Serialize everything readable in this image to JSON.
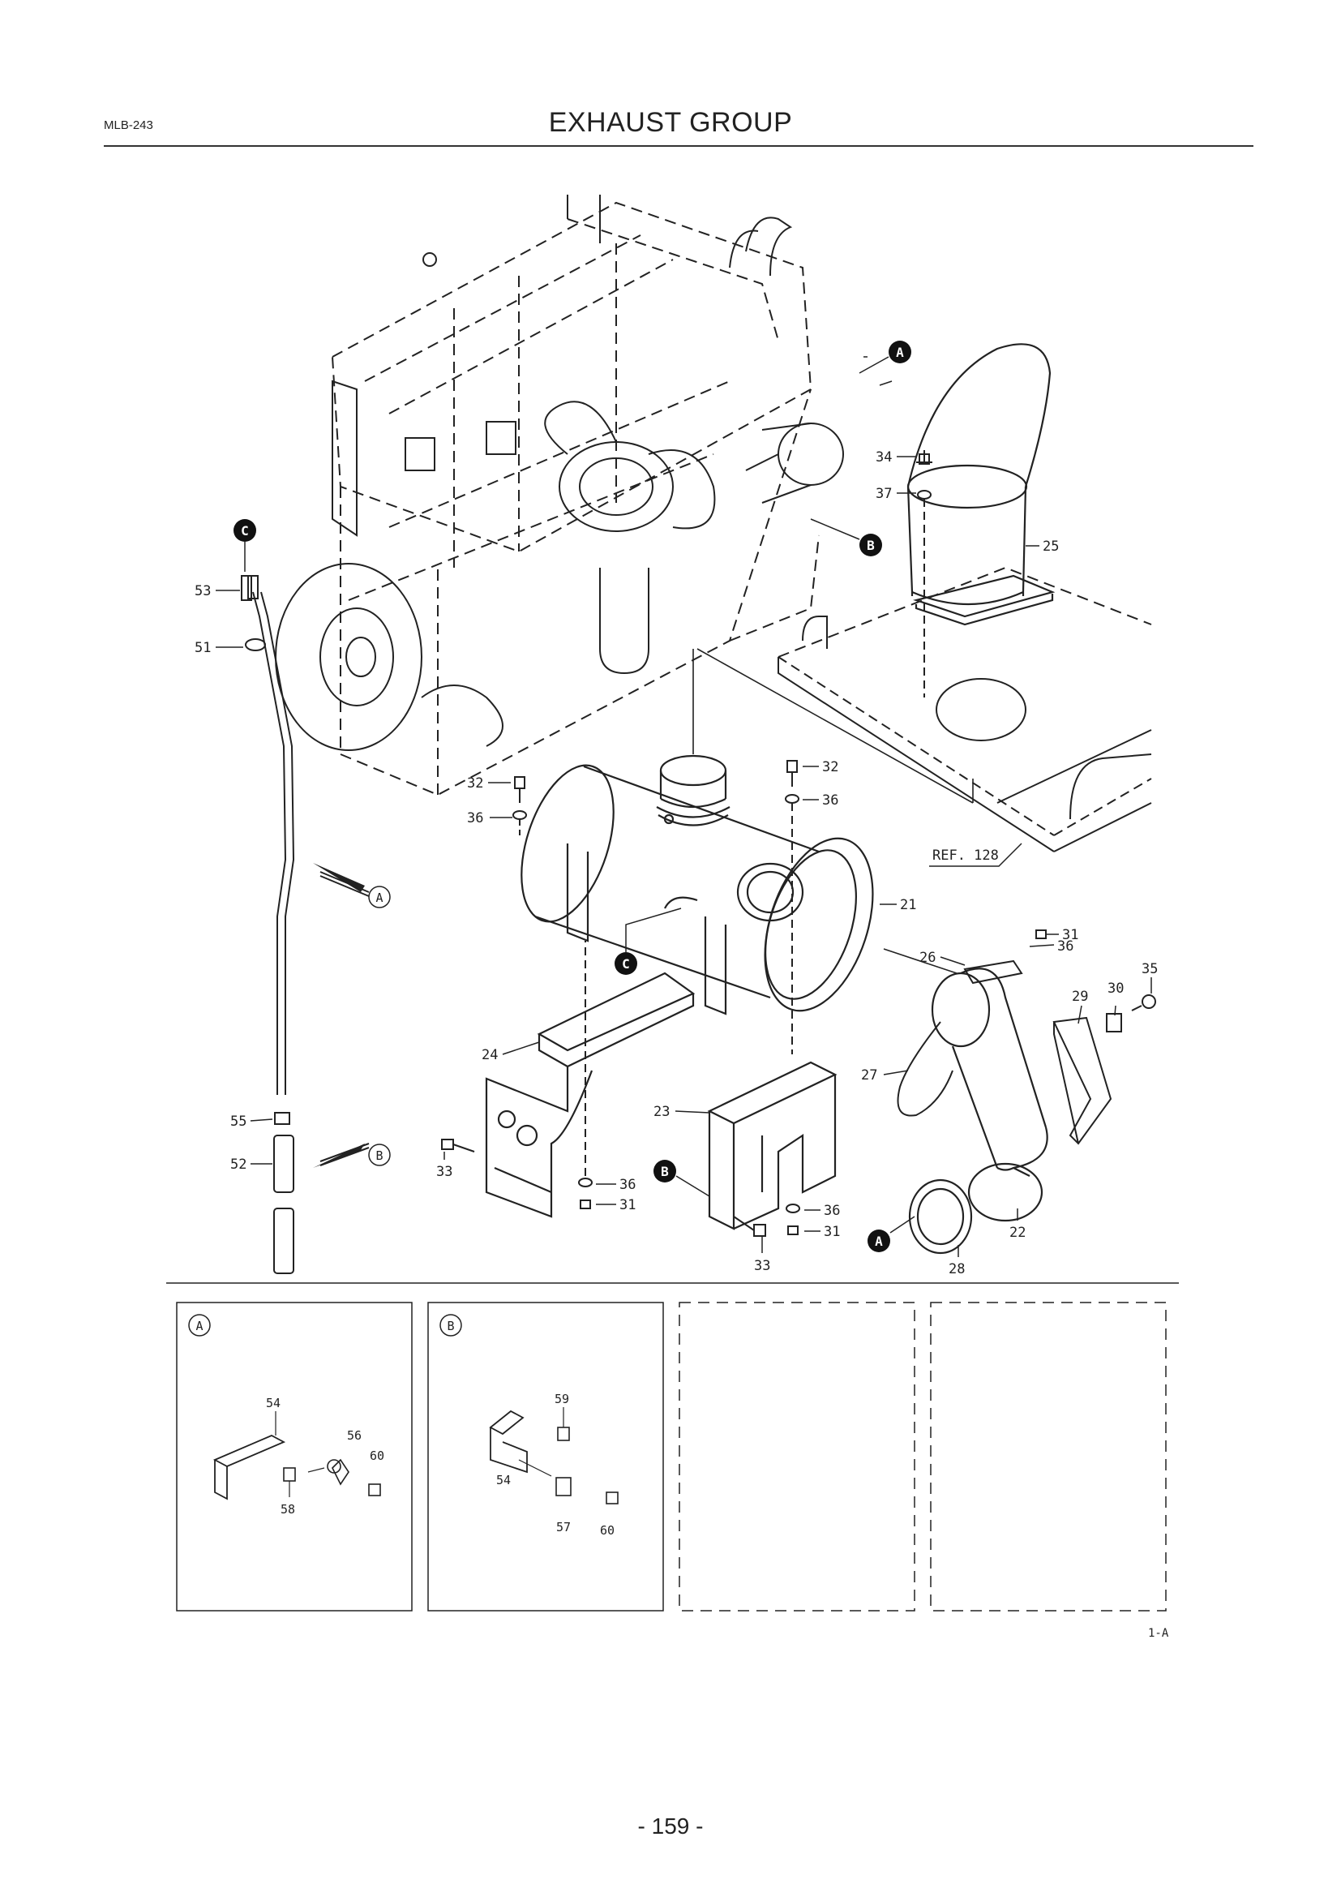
{
  "header": {
    "doc_code": "MLB-243",
    "title": "EXHAUST GROUP"
  },
  "footer": {
    "page_number": "- 159 -",
    "sheet_code": "1-A"
  },
  "reference": "REF. 128",
  "callouts": [
    {
      "id": "c34",
      "text": "34"
    },
    {
      "id": "c37",
      "text": "37"
    },
    {
      "id": "c25",
      "text": "25"
    },
    {
      "id": "c53",
      "text": "53"
    },
    {
      "id": "c51",
      "text": "51"
    },
    {
      "id": "c32a",
      "text": "32"
    },
    {
      "id": "c36a",
      "text": "36"
    },
    {
      "id": "c32b",
      "text": "32"
    },
    {
      "id": "c36b",
      "text": "36"
    },
    {
      "id": "c21",
      "text": "21"
    },
    {
      "id": "c31a",
      "text": "31"
    },
    {
      "id": "c26",
      "text": "26"
    },
    {
      "id": "c36c",
      "text": "36"
    },
    {
      "id": "c35",
      "text": "35"
    },
    {
      "id": "c29",
      "text": "29"
    },
    {
      "id": "c30",
      "text": "30"
    },
    {
      "id": "c24",
      "text": "24"
    },
    {
      "id": "c27",
      "text": "27"
    },
    {
      "id": "c23",
      "text": "23"
    },
    {
      "id": "c55",
      "text": "55"
    },
    {
      "id": "c52",
      "text": "52"
    },
    {
      "id": "c33a",
      "text": "33"
    },
    {
      "id": "c36d",
      "text": "36"
    },
    {
      "id": "c31b",
      "text": "31"
    },
    {
      "id": "c36e",
      "text": "36"
    },
    {
      "id": "c31c",
      "text": "31"
    },
    {
      "id": "c33b",
      "text": "33"
    },
    {
      "id": "c22",
      "text": "22"
    },
    {
      "id": "c28",
      "text": "28"
    }
  ],
  "markers": {
    "filled": [
      {
        "id": "mA1",
        "text": "A"
      },
      {
        "id": "mB1",
        "text": "B"
      },
      {
        "id": "mC1",
        "text": "C"
      },
      {
        "id": "mC2",
        "text": "C"
      },
      {
        "id": "mB2",
        "text": "B"
      },
      {
        "id": "mA2",
        "text": "A"
      }
    ],
    "view": [
      {
        "id": "vA",
        "text": "A"
      },
      {
        "id": "vB",
        "text": "B"
      }
    ]
  },
  "detail_views": [
    {
      "label": "A",
      "callouts": [
        "54",
        "56",
        "60",
        "58"
      ]
    },
    {
      "label": "B",
      "callouts": [
        "59",
        "54",
        "57",
        "60"
      ]
    }
  ],
  "colors": {
    "line": "#222222",
    "marker_fill": "#111111",
    "paper": "#ffffff"
  }
}
